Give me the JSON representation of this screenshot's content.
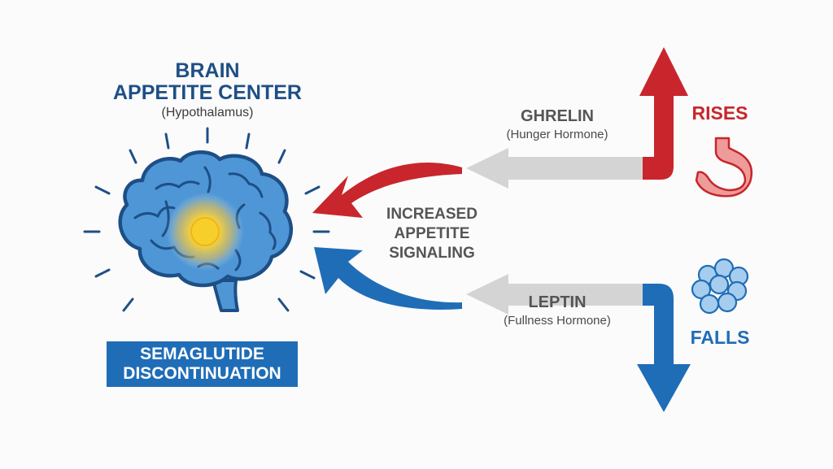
{
  "brain": {
    "title_line1": "BRAIN",
    "title_line2": "APPETITE CENTER",
    "subtitle": "(Hypothalamus)"
  },
  "semaglutide": {
    "line1": "SEMAGLUTIDE",
    "line2": "DISCONTINUATION"
  },
  "ghrelin": {
    "name": "GHRELIN",
    "description": "(Hunger Hormone)",
    "direction": "RISES"
  },
  "leptin": {
    "name": "LEPTIN",
    "description": "(Fullness Hormone)",
    "direction": "FALLS"
  },
  "center": {
    "line1": "INCREASED",
    "line2": "APPETITE",
    "line3": "SIGNALING"
  },
  "colors": {
    "red": "#c8262c",
    "blue": "#1f6db7",
    "brain_blue": "#4f96d6",
    "brain_outline": "#1d4f86",
    "grey_arrow": "#d4d4d4",
    "glow": "#f5c518"
  },
  "icons": [
    "brain-icon",
    "stomach-icon",
    "fat-cells-icon"
  ]
}
